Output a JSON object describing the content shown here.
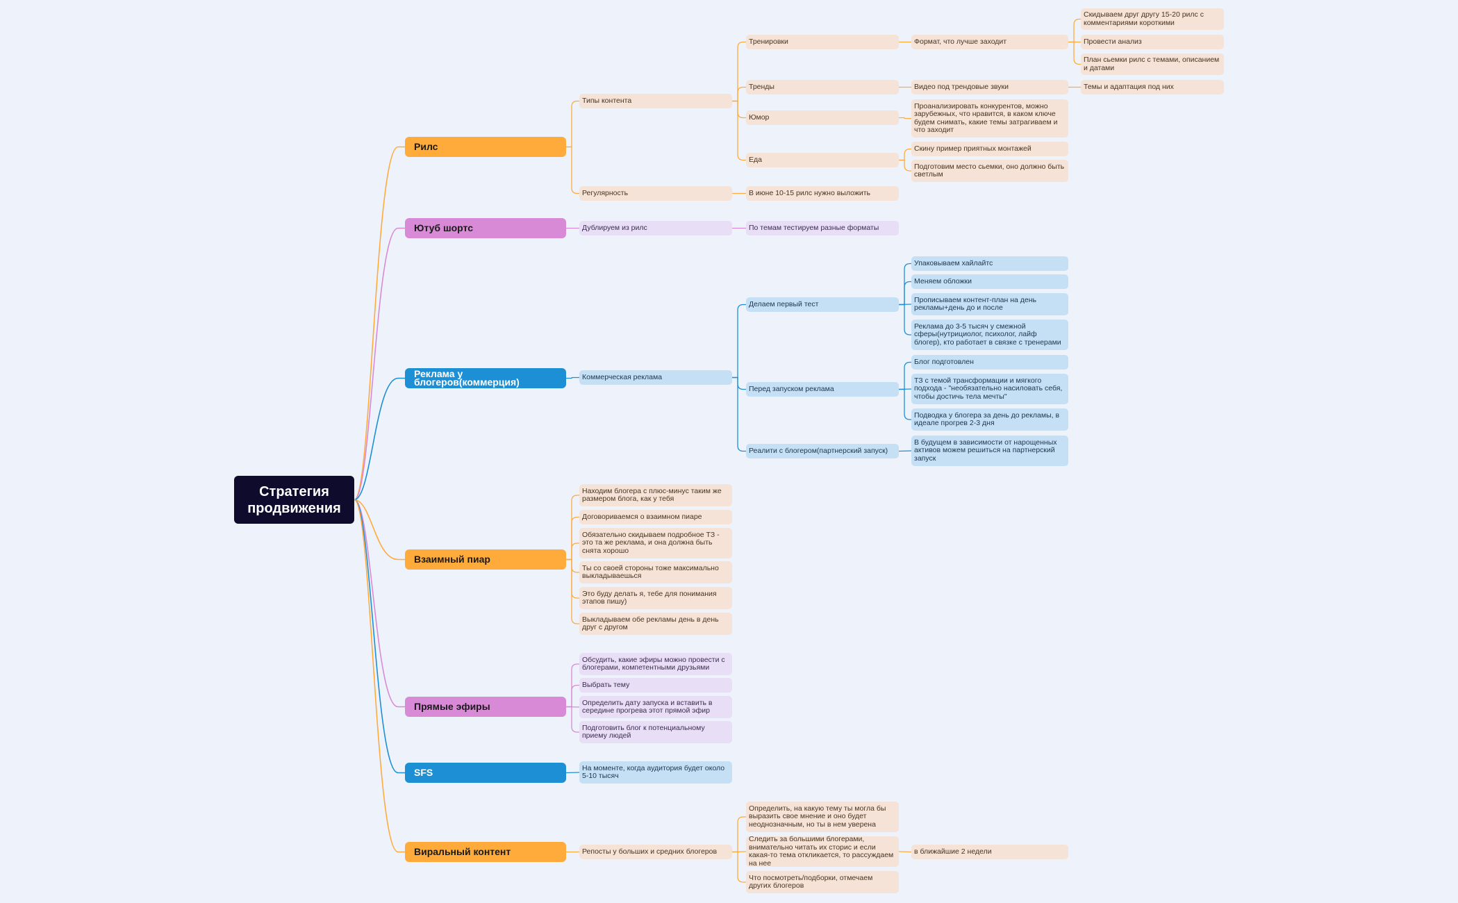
{
  "colors": {
    "orange": "#ffab3c",
    "pink": "#d88ad6",
    "blue": "#1d8fd4",
    "root": "#0e0b2d",
    "background": "#eef3fb"
  },
  "root": {
    "label": "Стратегия продвижения"
  },
  "branches": {
    "reels": {
      "label": "Рилс",
      "content_types": "Типы контента",
      "training": "Тренировки",
      "format_best": "Формат, что лучше заходит",
      "send_comments": "Скидываем друг другу 15-20 рилс с комментариями короткими",
      "analysis": "Провести анализ",
      "shooting_plan": "План сьемки рилс с темами, описанием и датами",
      "trends": "Тренды",
      "trend_sounds": "Видео под трендовые звуки",
      "topics_adapt": "Темы и адаптация под них",
      "humor": "Юмор",
      "analyze_competitors": "Проанализировать конкурентов, можно зарубежных, что нравится, в каком ключе будем снимать, какие темы затрагиваем и что заходит",
      "food": "Еда",
      "montage_example": "Скину пример приятных монтажей",
      "prepare_place": "Подготовим место сьемки, оно должно быть светлым",
      "regularity": "Регулярность",
      "june_count": "В июне 10-15 рилс нужно выложить"
    },
    "shorts": {
      "label": "Ютуб шортс",
      "duplicate": "Дублируем из рилс",
      "test_formats": "По темам тестируем разные форматы"
    },
    "ads": {
      "label": "Реклама у блогеров(коммерция)",
      "commercial": "Коммерческая реклама",
      "first_test": "Делаем первый тест",
      "pack_highlights": "Упаковываем хайлайтс",
      "change_covers": "Меняем обложки",
      "content_plan": "Прописываем контент-план на день рекламы+день до и после",
      "ad_related": "Реклама до 3-5 тысяч у смежной сферы(нутрициолог, психолог, лайф блогер), кто работает в связке с тренерами",
      "before_launch": "Перед запуском реклама",
      "blog_ready": "Блог подготовлен",
      "tz_topic": "ТЗ с темой трансформации и мягкого подхода - \"необязательно насиловать себя, чтобы достичь тела мечты\"",
      "lead_in": "Подводка у блогера за день до рекламы, в идеале прогрев 2-3 дня",
      "reality": "Реалити с блогером(партнерский запуск)",
      "future": "В будущем в зависимости от нарощенных активов можем решиться на партнерский запуск"
    },
    "mutual": {
      "label": "Взаимный пиар",
      "find_blogger": "Находим блогера с плюс-минус таким же размером блога, как у тебя",
      "agree": "Договориваемся о взаимном пиаре",
      "send_tz": "Обязательно скидываем подробное ТЗ - это та же реклама, и она должна быть снята хорошо",
      "your_side": "Ты со своей стороны тоже максимально выкладываешься",
      "i_do": "Это буду делать я, тебе для понимания этапов пишу)",
      "post_both": "Выкладываем обе рекламы день в день друг с другом"
    },
    "live": {
      "label": "Прямые эфиры",
      "discuss": "Обсудить, какие эфиры можно провести с блогерами, компетентными друзьями",
      "choose_topic": "Выбрать тему",
      "set_date": "Определить дату запуска и вставить в середине прогрева этот прямой эфир",
      "prepare_blog": "Подготовить блог к потенциальному приему людей"
    },
    "sfs": {
      "label": "SFS",
      "when": "На моменте, когда аудитория будет  около 5-10 тысяч"
    },
    "viral": {
      "label": "Виральный контент",
      "reposts": "Репосты у больших и средних блогеров",
      "define_topic": "Определить, на какую тему ты могла бы выразить свое мнение и оно будет неоднозначным, но ты в нем уверена",
      "follow_bloggers": "Следить за большими блогерами, внимательно читать их сторис и если какая-то тема откликается, то рассуждаем на нее",
      "next_weeks": "в ближайшие 2 недели",
      "what_to_watch": "Что посмотреть/подборки, отмечаем других блогеров"
    }
  }
}
